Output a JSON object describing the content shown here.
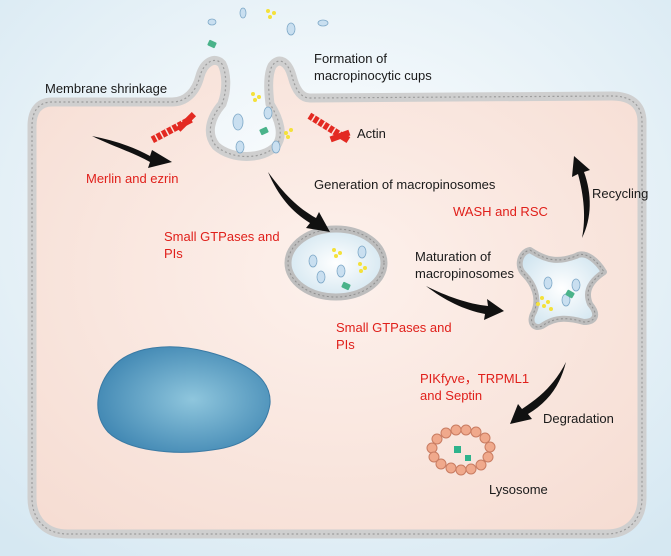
{
  "labels": {
    "membrane_shrinkage": "Membrane shrinkage",
    "cups_line1": "Formation of",
    "cups_line2": "macropinocytic cups",
    "actin": "Actin",
    "merlin_ezrin": "Merlin and  ezrin",
    "generation": "Generation of macropinosomes",
    "small_gtpases_1_line1": "Small GTPases and",
    "small_gtpases_1_line2": "PIs",
    "maturation_line1": "Maturation of",
    "maturation_line2": "macropinosomes",
    "small_gtpases_2_line1": "Small GTPases and",
    "small_gtpases_2_line2": "PIs",
    "wash_rsc": "WASH and RSC",
    "recycling": "Recycling",
    "pikfyve_line1": "PIKfyve，TRPML1",
    "pikfyve_line2": "and Septin",
    "degradation": "Degradation",
    "lysosome": "Lysosome"
  },
  "colors": {
    "black_text": "#1a1a1a",
    "red_text": "#e0201b",
    "cytoplasm": "#fbe7df",
    "extracellular": "#dcebf3",
    "membrane": "#d4d4d4",
    "nucleus": "#4a90b8",
    "actin": "#e32a22",
    "lysosome": "#f0a98c"
  },
  "icons": [
    "actin-filament-icon",
    "curved-arrow-icon",
    "macropinosome-icon",
    "nucleus-icon",
    "lysosome-icon"
  ]
}
